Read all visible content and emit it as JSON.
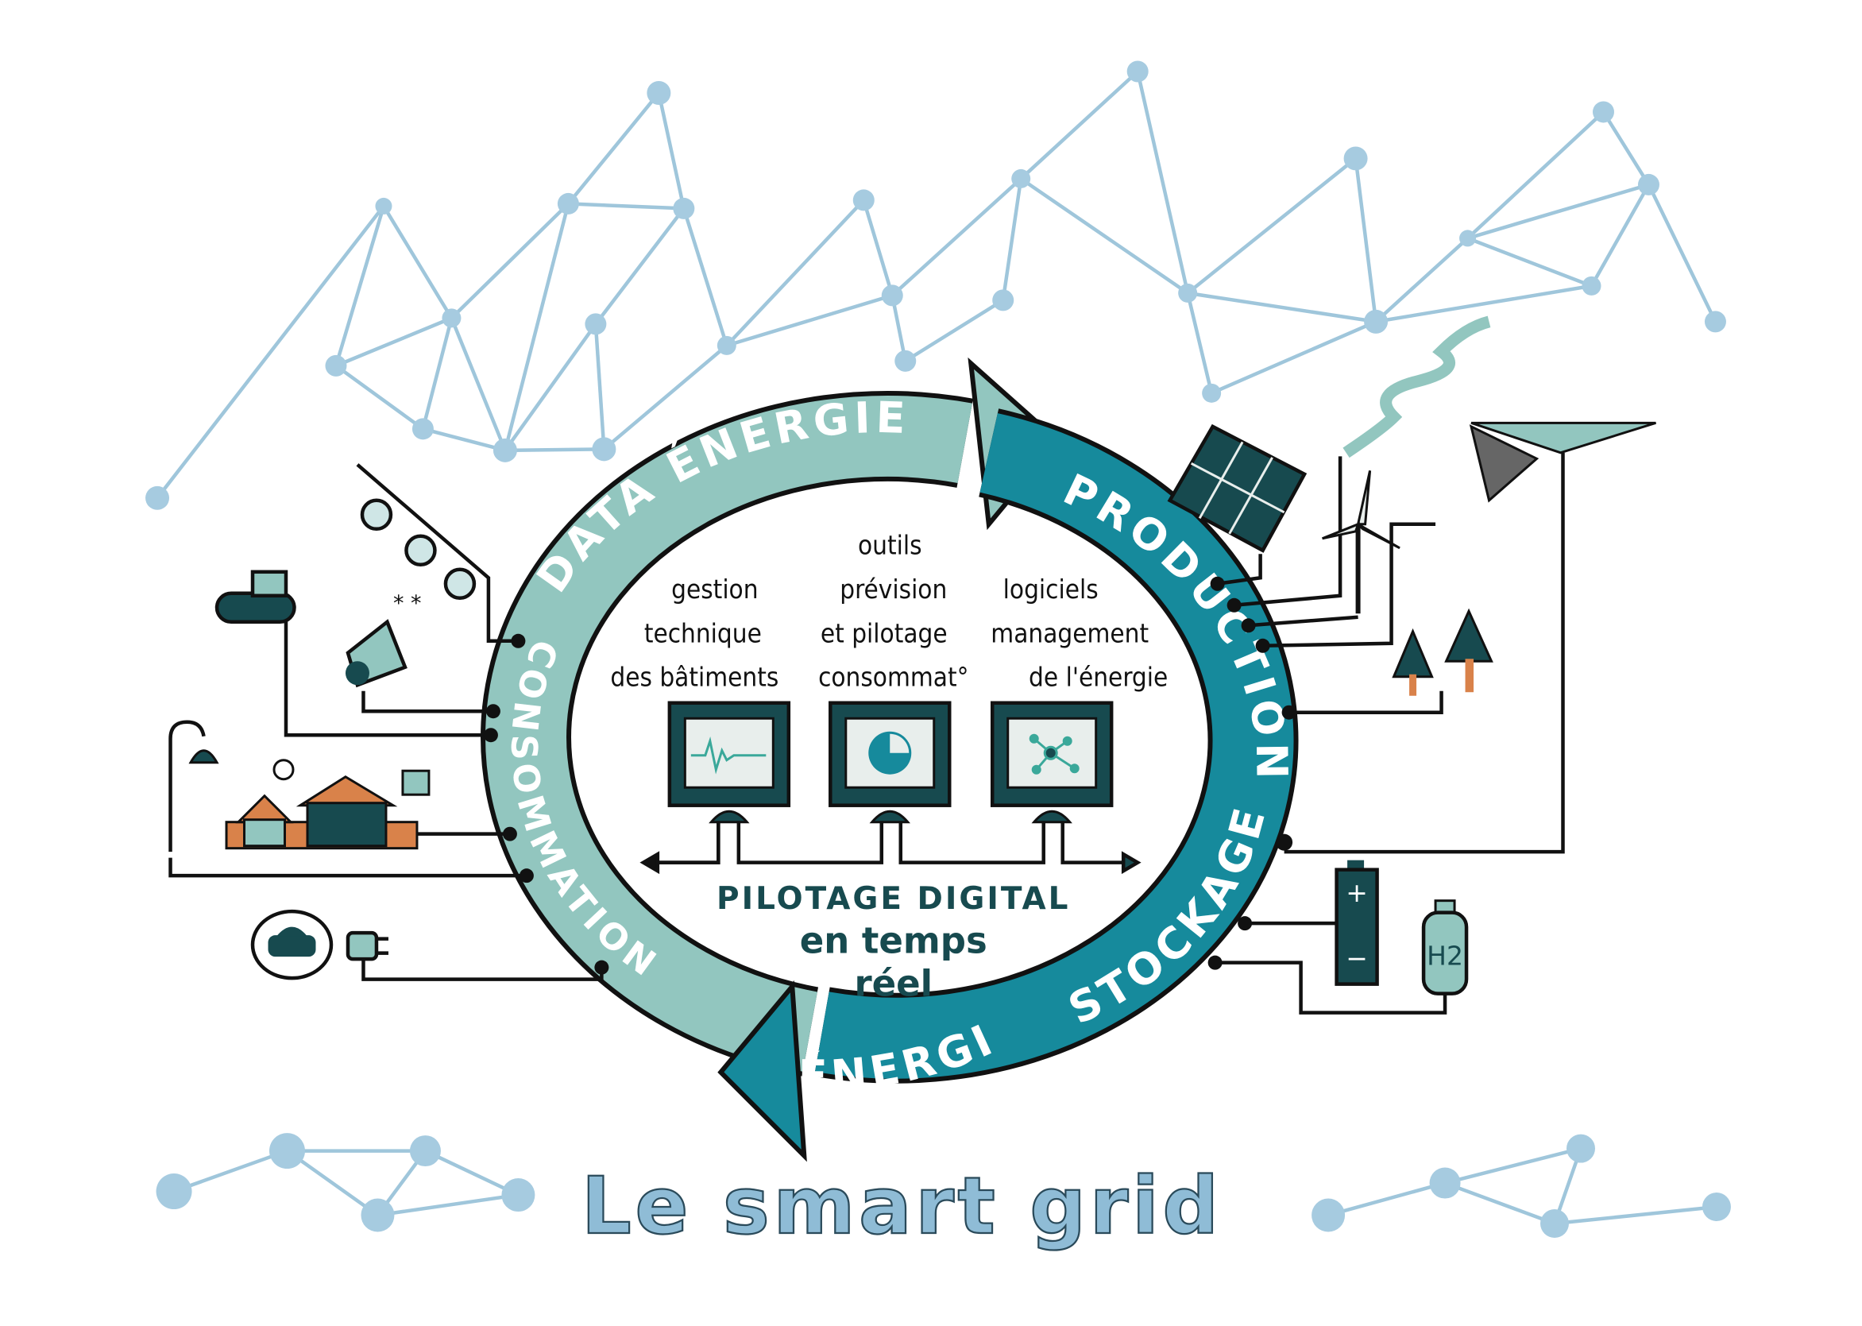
{
  "title": "Le smart grid",
  "ring": {
    "top_left_label": "DATA ÉNERGIE",
    "left_label": "CONSOMMATION",
    "right_top_label": "PRODUCTION",
    "right_bottom_label": "STOCKAGE",
    "bottom_label": "ÉNERGIE"
  },
  "center": {
    "top_heading": "outils",
    "columns": [
      {
        "lines": [
          "gestion",
          "technique",
          "des bâtiments"
        ],
        "screen_icon": "pulse-chart-icon"
      },
      {
        "lines": [
          "prévision",
          "et pilotage",
          "consommat°"
        ],
        "screen_icon": "pie-chart-icon"
      },
      {
        "lines": [
          "logiciels",
          "management",
          "de l'énergie"
        ],
        "screen_icon": "network-graph-icon"
      }
    ],
    "pilotage_title": "PILOTAGE DIGITAL",
    "pilotage_sub1": "en temps",
    "pilotage_sub2": "réel"
  },
  "storage": {
    "battery_plus": "+",
    "battery_minus": "−",
    "hydrogen_label": "H2"
  },
  "colors": {
    "light_teal": "#92c6bf",
    "dark_teal": "#168a9c",
    "deep_teal": "#174a4f",
    "network_blue": "#9fc6db",
    "orange": "#d9824a"
  }
}
